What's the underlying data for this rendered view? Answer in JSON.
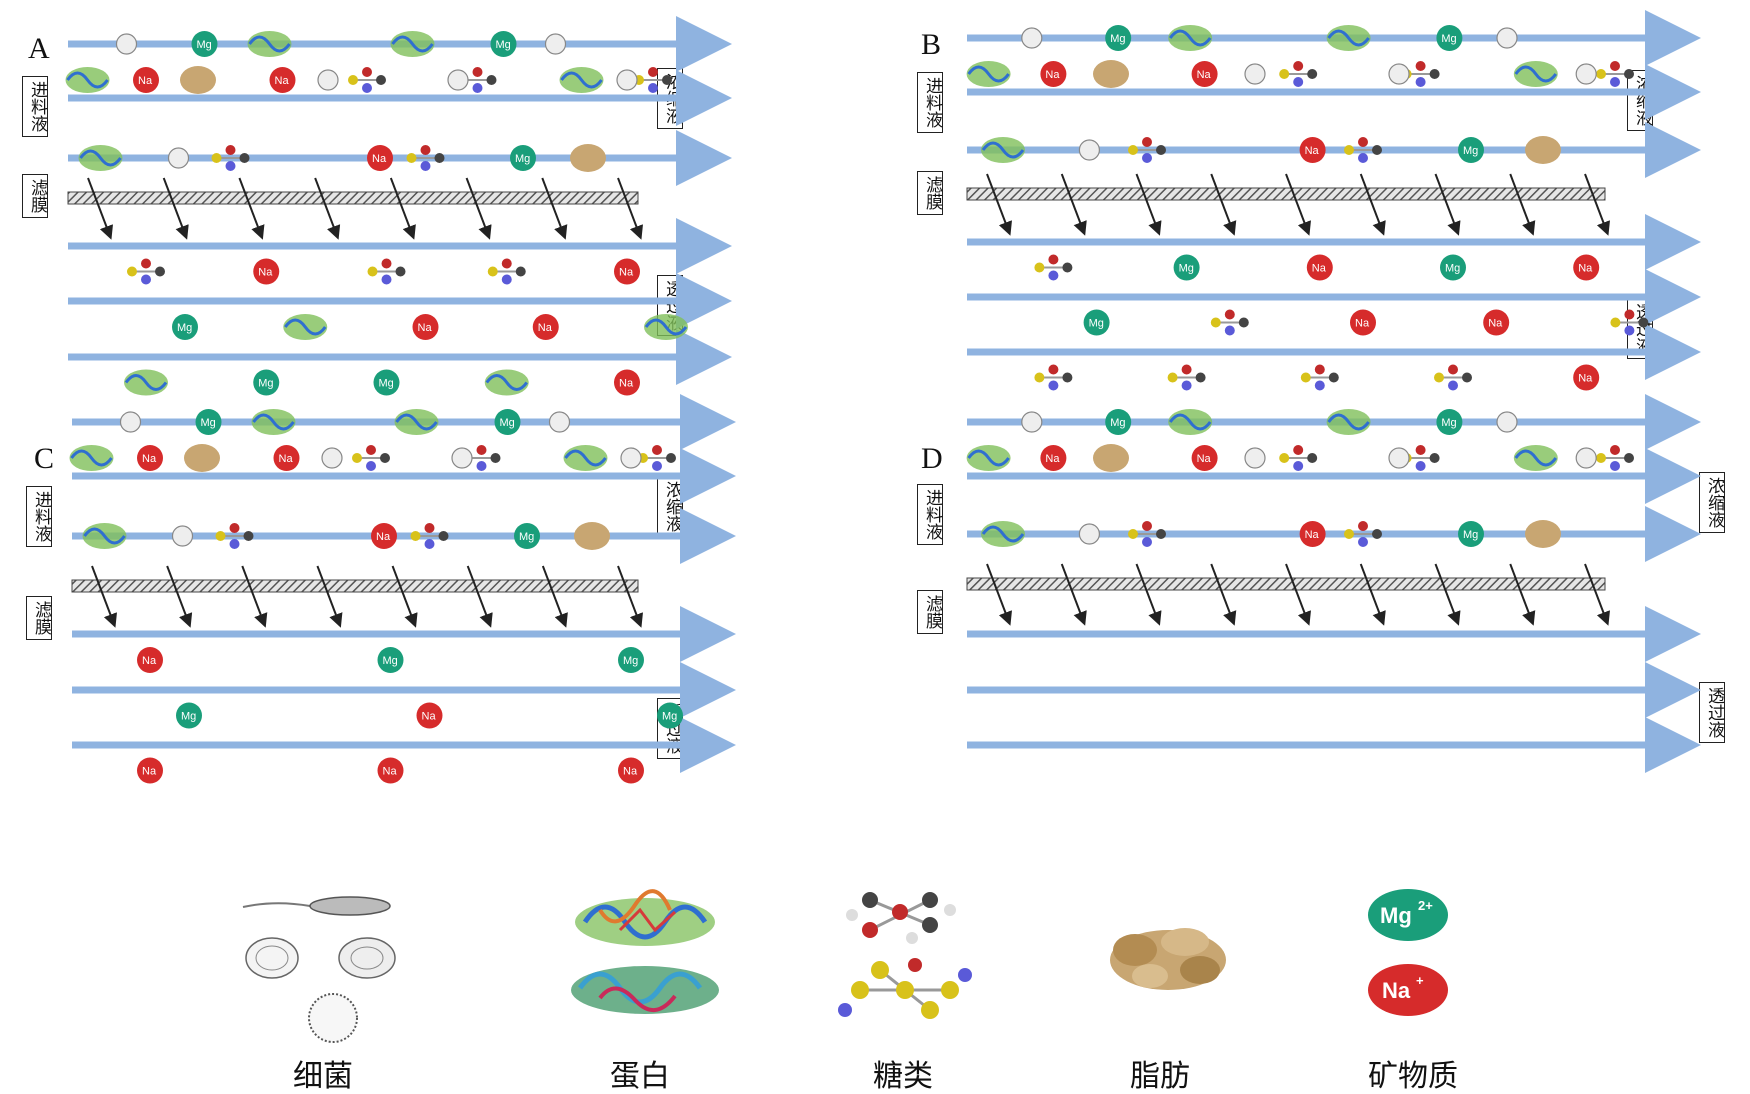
{
  "labels": {
    "feed": "进料液",
    "membrane": "滤膜",
    "concentrate": "浓缩液",
    "permeate": "透过液"
  },
  "panels": [
    {
      "id": "A",
      "letter": "A",
      "permeate_contents": [
        "sugar",
        "Mg",
        "protein",
        "Na",
        "protein",
        "Mg",
        "sugar",
        "Na",
        "Mg",
        "sugar",
        "Na",
        "protein",
        "Na",
        "protein",
        "Na"
      ]
    },
    {
      "id": "B",
      "letter": "B",
      "permeate_contents": [
        "sugar",
        "Mg",
        "sugar",
        "Mg",
        "sugar",
        "sugar",
        "Na",
        "Na",
        "sugar",
        "Mg",
        "Na",
        "sugar",
        "Na",
        "sugar",
        "Na"
      ]
    },
    {
      "id": "C",
      "letter": "C",
      "permeate_contents": [
        "Na",
        "Mg",
        "Na",
        "Mg",
        "Na",
        "Na",
        "Mg",
        "Mg",
        "Na"
      ]
    },
    {
      "id": "D",
      "letter": "D",
      "permeate_contents": []
    }
  ],
  "ions": {
    "mg": {
      "text": "Mg",
      "sup": "2+",
      "color": "#1a9e7a"
    },
    "na": {
      "text": "Na",
      "sup": "+",
      "color": "#d62b2b"
    }
  },
  "legend": [
    {
      "key": "bacteria",
      "label": "细菌"
    },
    {
      "key": "protein",
      "label": "蛋白"
    },
    {
      "key": "sugar",
      "label": "糖类"
    },
    {
      "key": "fat",
      "label": "脂肪"
    },
    {
      "key": "mineral",
      "label": "矿物质"
    }
  ],
  "colors": {
    "arrow": "#8fb3e0",
    "membrane": "#555555"
  }
}
